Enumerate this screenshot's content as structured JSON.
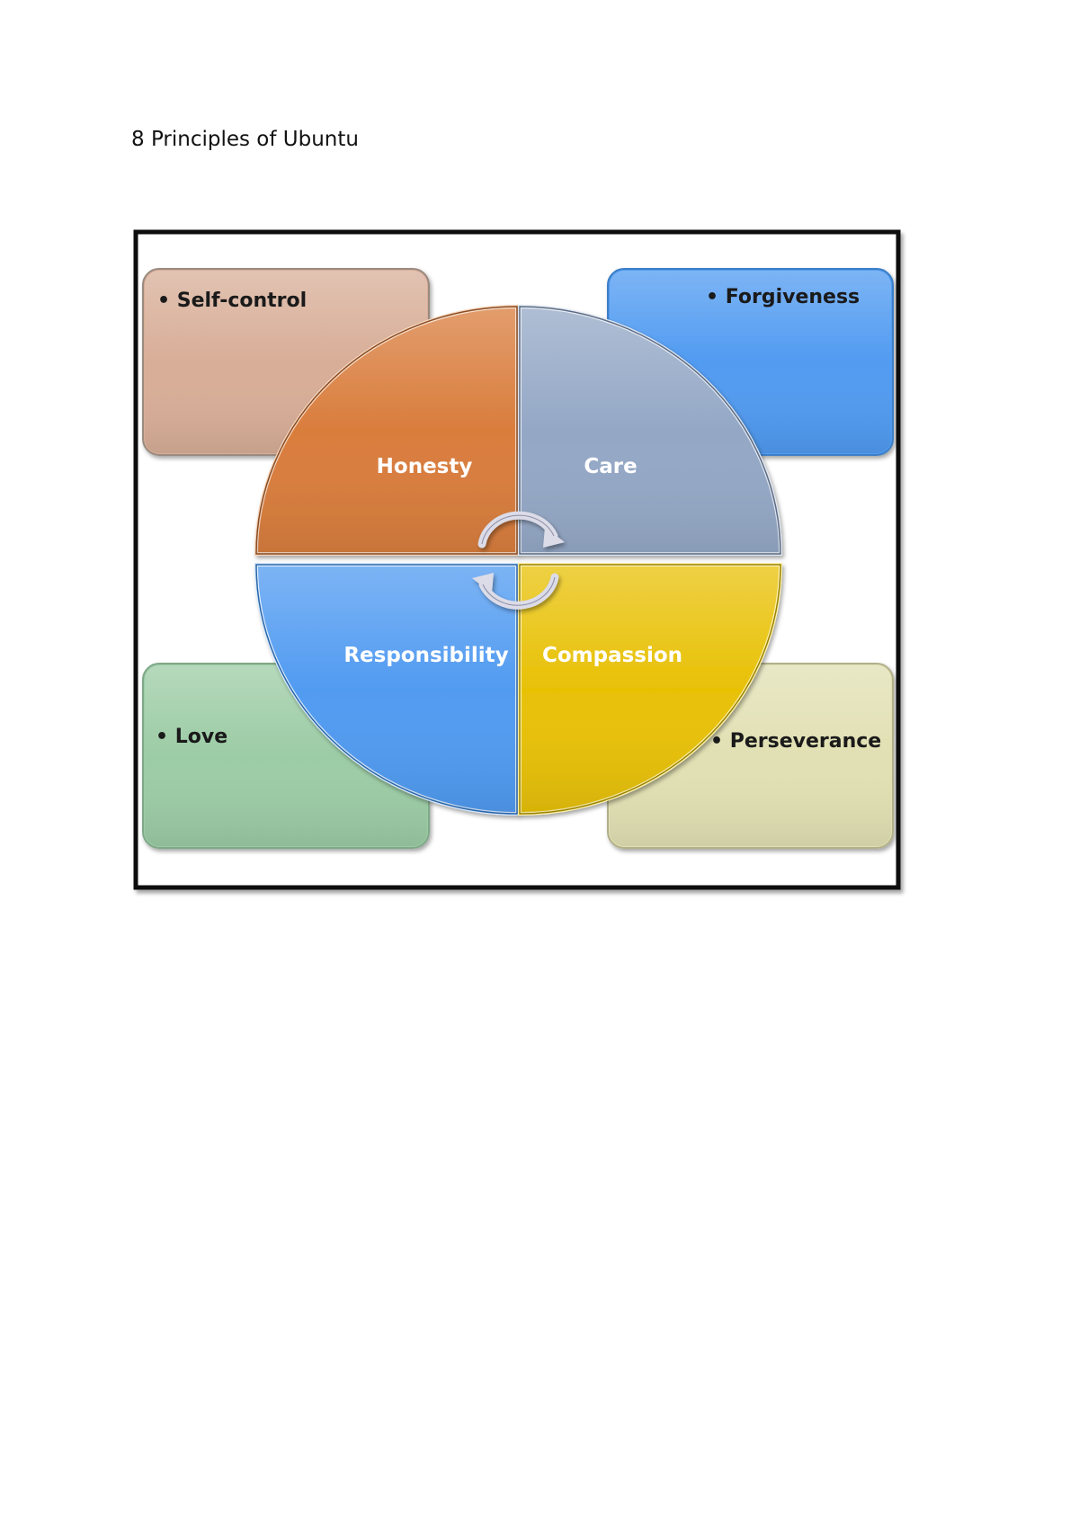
{
  "document": {
    "title": "8 Principles of Ubuntu"
  },
  "diagram": {
    "quadrants": {
      "top_left": {
        "label": "Honesty",
        "color": "#d97d3d"
      },
      "top_right": {
        "label": "Care",
        "color": "#94a8c6"
      },
      "bottom_left": {
        "label": "Responsibility",
        "color": "#519bf1"
      },
      "bottom_right": {
        "label": "Compassion",
        "color": "#e8c106"
      }
    },
    "corner_boxes": {
      "top_left": {
        "text": "• Self-control",
        "color": "#d8ae98"
      },
      "top_right": {
        "text": "• Forgiveness",
        "color": "#519bf1"
      },
      "bottom_left": {
        "text": "• Love",
        "color": "#9ccca5"
      },
      "bottom_right": {
        "text": "• Perseverance",
        "color": "#e1e0b3"
      }
    },
    "frame_color": "#111111",
    "cycle_arrow_color": "#dcdce8"
  }
}
